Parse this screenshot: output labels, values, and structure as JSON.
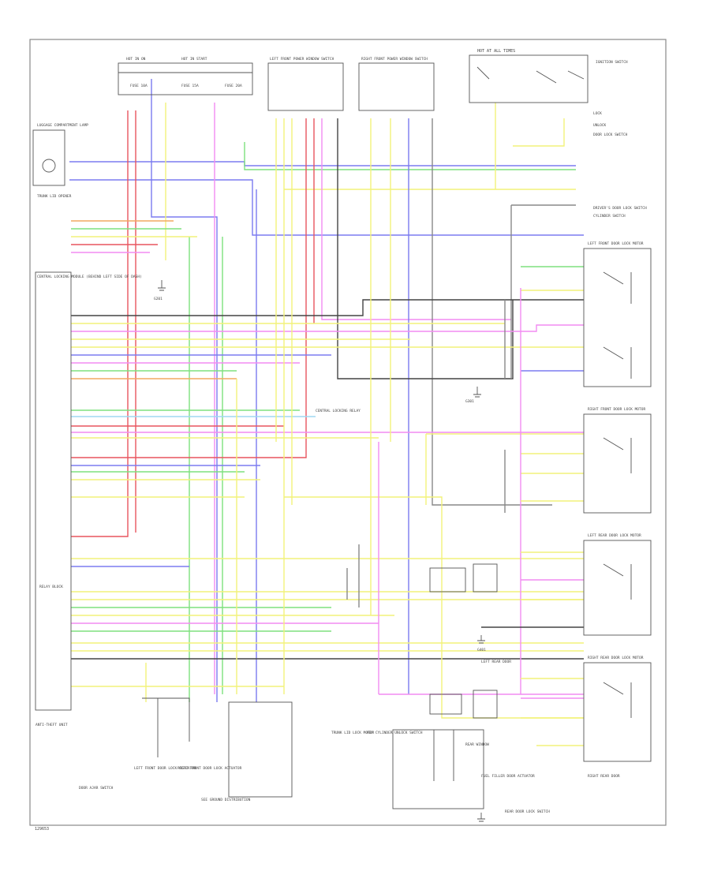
{
  "diagram": {
    "footer_id": "129653",
    "colors": {
      "red": "#e8555f",
      "pink": "#f28cf2",
      "blue": "#7b7bf0",
      "green": "#7ee07e",
      "yellow": "#f2f27a",
      "grey": "#888888",
      "orange": "#f2a860",
      "light_blue": "#9fd8f2",
      "black": "#444444"
    },
    "labels": {
      "hot_at_all_times": "HOT AT ALL TIMES",
      "hot_in_on": "HOT IN ON",
      "hot_in_start": "HOT IN START",
      "fuse_a": "FUSE 10A",
      "fuse_b": "FUSE 15A",
      "fuse_c": "FUSE 20A",
      "left_front_power_window": "LEFT FRONT POWER WINDOW SWITCH",
      "right_front_power_window": "RIGHT FRONT POWER WINDOW SWITCH",
      "ignition_switch": "IGNITION SWITCH",
      "lock": "LOCK",
      "unlock": "UNLOCK",
      "door_lock_switch": "DOOR LOCK SWITCH",
      "driver_door_lock_switch": "DRIVER'S DOOR LOCK SWITCH",
      "cylinder_switch": "CYLINDER SWITCH",
      "rear_window": "REAR WINDOW",
      "trunk_lid_opener": "TRUNK LID OPENER",
      "key_cylinder_unlock_switch": "KEY CYLINDER UNLOCK SWITCH",
      "luggage_compartment_lamp": "LUGGAGE COMPARTMENT LAMP",
      "central_locking_module": "CENTRAL LOCKING MODULE (BEHIND LEFT SIDE OF DASH)",
      "relay_block": "RELAY BLOCK",
      "left_front_door_lock": "LEFT FRONT DOOR LOCK MOTOR",
      "right_front_door_lock": "RIGHT FRONT DOOR LOCK MOTOR",
      "left_rear_door_lock": "LEFT REAR DOOR LOCK MOTOR",
      "right_rear_door_lock": "RIGHT REAR DOOR LOCK MOTOR",
      "left_front_door_lock_actuator": "LEFT FRONT DOOR LOCK ACTUATOR",
      "right_front_door_lock_actuator": "RIGHT FRONT DOOR LOCK ACTUATOR",
      "left_rear_door": "LEFT REAR DOOR",
      "right_rear_door": "RIGHT REAR DOOR",
      "central_locking_relay": "CENTRAL LOCKING RELAY",
      "gnd_a": "G201",
      "gnd_b": "G301",
      "gnd_c": "G401",
      "trunk_lid_lock": "TRUNK LID LOCK MOTOR",
      "fuel_filler_door": "FUEL FILLER DOOR ACTUATOR",
      "anti_theft": "ANTI-THEFT UNIT",
      "sw_b": "DOOR AJAR SWITCH",
      "sw_c": "SEE GROUND DISTRIBUTION",
      "rear_lock_sw": "REAR DOOR LOCK SWITCH"
    }
  }
}
